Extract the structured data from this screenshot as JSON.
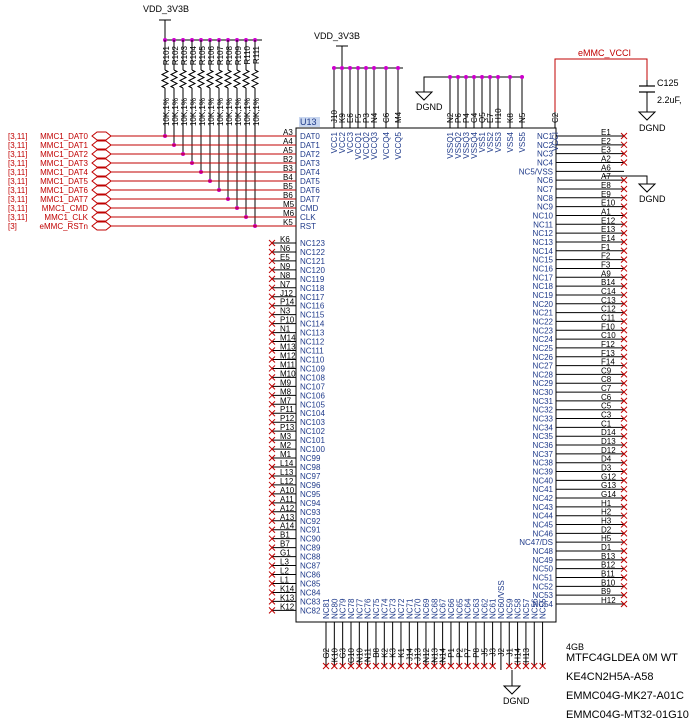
{
  "nets": {
    "vdd_top": "VDD_3V3B",
    "vdd_mid": "VDD_3V3B",
    "emmc_vcci": "eMMC_VCCI",
    "dgnd": "DGND"
  },
  "pullups": [
    {
      "ref": "R101",
      "value": "10K,1%"
    },
    {
      "ref": "R102",
      "value": "10K,1%"
    },
    {
      "ref": "R103",
      "value": "10K,1%"
    },
    {
      "ref": "R104",
      "value": "10K,1%"
    },
    {
      "ref": "R105",
      "value": "10K,1%"
    },
    {
      "ref": "R106",
      "value": "10K,1%"
    },
    {
      "ref": "R107",
      "value": "10K,1%"
    },
    {
      "ref": "R108",
      "value": "10K,1%"
    },
    {
      "ref": "R109",
      "value": "10K,1%"
    },
    {
      "ref": "R110",
      "value": "10K,1%"
    },
    {
      "ref": "R111",
      "value": "10K,1%"
    }
  ],
  "capacitor": {
    "ref": "C125",
    "value": "2.2uF,"
  },
  "ic": {
    "ref": "U13",
    "size_label": "4GB",
    "part_numbers": [
      "MTFC4GLDEA 0M WT",
      "KE4CN2H5A-A58",
      "EMMC04G-MK27-A01C",
      "EMMC04G-MT32-01G10"
    ]
  },
  "left_signals": [
    {
      "page": "[3,11]",
      "net": "MMC1_DAT0",
      "pin": "A3",
      "name": "DAT0"
    },
    {
      "page": "[3,11]",
      "net": "MMC1_DAT1",
      "pin": "A4",
      "name": "DAT1"
    },
    {
      "page": "[3,11]",
      "net": "MMC1_DAT2",
      "pin": "A5",
      "name": "DAT2"
    },
    {
      "page": "[3,11]",
      "net": "MMC1_DAT3",
      "pin": "B2",
      "name": "DAT3"
    },
    {
      "page": "[3,11]",
      "net": "MMC1_DAT4",
      "pin": "B3",
      "name": "DAT4"
    },
    {
      "page": "[3,11]",
      "net": "MMC1_DAT5",
      "pin": "B4",
      "name": "DAT5"
    },
    {
      "page": "[3,11]",
      "net": "MMC1_DAT6",
      "pin": "B5",
      "name": "DAT6"
    },
    {
      "page": "[3,11]",
      "net": "MMC1_DAT7",
      "pin": "B6",
      "name": "DAT7"
    },
    {
      "page": "[3,11]",
      "net": "MMC1_CMD",
      "pin": "M5",
      "name": "CMD"
    },
    {
      "page": "[3,11]",
      "net": "MMC1_CLK",
      "pin": "M6",
      "name": "CLK"
    },
    {
      "page": "[3]",
      "net": "eMMC_RSTn",
      "pin": "K5",
      "name": "RST"
    }
  ],
  "left_nc": [
    {
      "pin": "K6",
      "name": "NC123"
    },
    {
      "pin": "N6",
      "name": "NC122"
    },
    {
      "pin": "E5",
      "name": "NC121"
    },
    {
      "pin": "N9",
      "name": "NC120"
    },
    {
      "pin": "N8",
      "name": "NC119"
    },
    {
      "pin": "N7",
      "name": "NC118"
    },
    {
      "pin": "J12",
      "name": "NC117"
    },
    {
      "pin": "P14",
      "name": "NC116"
    },
    {
      "pin": "N3",
      "name": "NC115"
    },
    {
      "pin": "P10",
      "name": "NC114"
    },
    {
      "pin": "N1",
      "name": "NC113"
    },
    {
      "pin": "M14",
      "name": "NC112"
    },
    {
      "pin": "M13",
      "name": "NC111"
    },
    {
      "pin": "M12",
      "name": "NC110"
    },
    {
      "pin": "M11",
      "name": "NC109"
    },
    {
      "pin": "M10",
      "name": "NC108"
    },
    {
      "pin": "M9",
      "name": "NC107"
    },
    {
      "pin": "M8",
      "name": "NC106"
    },
    {
      "pin": "M7",
      "name": "NC105"
    },
    {
      "pin": "P11",
      "name": "NC104"
    },
    {
      "pin": "P12",
      "name": "NC103"
    },
    {
      "pin": "P13",
      "name": "NC102"
    },
    {
      "pin": "M3",
      "name": "NC101"
    },
    {
      "pin": "M2",
      "name": "NC100"
    },
    {
      "pin": "M1",
      "name": "NC99"
    },
    {
      "pin": "L14",
      "name": "NC98"
    },
    {
      "pin": "L13",
      "name": "NC97"
    },
    {
      "pin": "L12",
      "name": "NC96"
    },
    {
      "pin": "A10",
      "name": "NC95"
    },
    {
      "pin": "A11",
      "name": "NC94"
    },
    {
      "pin": "A12",
      "name": "NC93"
    },
    {
      "pin": "A13",
      "name": "NC92"
    },
    {
      "pin": "A14",
      "name": "NC91"
    },
    {
      "pin": "B1",
      "name": "NC90"
    },
    {
      "pin": "B7",
      "name": "NC89"
    },
    {
      "pin": "G1",
      "name": "NC88"
    },
    {
      "pin": "L3",
      "name": "NC87"
    },
    {
      "pin": "L2",
      "name": "NC86"
    },
    {
      "pin": "L1",
      "name": "NC85"
    },
    {
      "pin": "K14",
      "name": "NC84"
    },
    {
      "pin": "K13",
      "name": "NC83"
    },
    {
      "pin": "K12",
      "name": "NC82"
    }
  ],
  "right_pins": [
    {
      "pin": "E1",
      "name": "NC1"
    },
    {
      "pin": "E2",
      "name": "NC2"
    },
    {
      "pin": "E3",
      "name": "NC3"
    },
    {
      "pin": "A2",
      "name": "NC4"
    },
    {
      "pin": "A6",
      "name": "NC5/VSS"
    },
    {
      "pin": "A7",
      "name": "NC6"
    },
    {
      "pin": "E8",
      "name": "NC7"
    },
    {
      "pin": "E9",
      "name": "NC8"
    },
    {
      "pin": "E10",
      "name": "NC9"
    },
    {
      "pin": "A1",
      "name": "NC10"
    },
    {
      "pin": "E12",
      "name": "NC11"
    },
    {
      "pin": "E13",
      "name": "NC12"
    },
    {
      "pin": "E14",
      "name": "NC13"
    },
    {
      "pin": "F1",
      "name": "NC14"
    },
    {
      "pin": "F2",
      "name": "NC15"
    },
    {
      "pin": "F3",
      "name": "NC16"
    },
    {
      "pin": "A9",
      "name": "NC17"
    },
    {
      "pin": "B14",
      "name": "NC18"
    },
    {
      "pin": "C14",
      "name": "NC19"
    },
    {
      "pin": "C13",
      "name": "NC20"
    },
    {
      "pin": "C12",
      "name": "NC21"
    },
    {
      "pin": "C11",
      "name": "NC22"
    },
    {
      "pin": "F10",
      "name": "NC23"
    },
    {
      "pin": "C10",
      "name": "NC24"
    },
    {
      "pin": "F12",
      "name": "NC25"
    },
    {
      "pin": "F13",
      "name": "NC26"
    },
    {
      "pin": "F14",
      "name": "NC27"
    },
    {
      "pin": "C9",
      "name": "NC28"
    },
    {
      "pin": "C8",
      "name": "NC29"
    },
    {
      "pin": "C7",
      "name": "NC30"
    },
    {
      "pin": "C6",
      "name": "NC31"
    },
    {
      "pin": "C5",
      "name": "NC32"
    },
    {
      "pin": "C3",
      "name": "NC33"
    },
    {
      "pin": "C1",
      "name": "NC34"
    },
    {
      "pin": "D14",
      "name": "NC35"
    },
    {
      "pin": "D13",
      "name": "NC36"
    },
    {
      "pin": "D12",
      "name": "NC37"
    },
    {
      "pin": "D4",
      "name": "NC38"
    },
    {
      "pin": "D3",
      "name": "NC39"
    },
    {
      "pin": "G12",
      "name": "NC40"
    },
    {
      "pin": "G13",
      "name": "NC41"
    },
    {
      "pin": "G14",
      "name": "NC42"
    },
    {
      "pin": "H1",
      "name": "NC43"
    },
    {
      "pin": "H2",
      "name": "NC44"
    },
    {
      "pin": "H3",
      "name": "NC45"
    },
    {
      "pin": "D2",
      "name": "NC46"
    },
    {
      "pin": "H5",
      "name": "NC47/DS"
    },
    {
      "pin": "D1",
      "name": "NC48"
    },
    {
      "pin": "B13",
      "name": "NC49"
    },
    {
      "pin": "B12",
      "name": "NC50"
    },
    {
      "pin": "B11",
      "name": "NC51"
    },
    {
      "pin": "B10",
      "name": "NC52"
    },
    {
      "pin": "B9",
      "name": "NC53"
    },
    {
      "pin": "H12",
      "name": "NC54"
    }
  ],
  "top_power": [
    {
      "pin": "J10",
      "name": "VCC1"
    },
    {
      "pin": "K9",
      "name": "VCC2"
    },
    {
      "pin": "E6",
      "name": "VCC3"
    },
    {
      "pin": "F5",
      "name": "VCCQ1"
    },
    {
      "pin": "P3",
      "name": "VCCQ2"
    },
    {
      "pin": "N4",
      "name": "VCCQ3"
    },
    {
      "pin": "C6",
      "name": "VCCQ4"
    },
    {
      "pin": "M4",
      "name": "VCCQ5"
    },
    {
      "pin": "N2",
      "name": "VSSQ1"
    },
    {
      "pin": "P6",
      "name": "VSSQ2"
    },
    {
      "pin": "P4",
      "name": "VSSQ3"
    },
    {
      "pin": "C4",
      "name": "VSSQ4"
    },
    {
      "pin": "Q5",
      "name": "VSS1"
    },
    {
      "pin": "E7",
      "name": "VSS2"
    },
    {
      "pin": "H10",
      "name": "VSS3"
    },
    {
      "pin": "K8",
      "name": "VSS4"
    },
    {
      "pin": "N5",
      "name": "VSS5"
    },
    {
      "pin": "C2",
      "name": "VCCI"
    }
  ],
  "bottom_pins": [
    {
      "pin": "G2",
      "name": "NC81"
    },
    {
      "pin": "K10",
      "name": "NC80"
    },
    {
      "pin": "G3",
      "name": "NC79"
    },
    {
      "pin": "G10",
      "name": "NC78"
    },
    {
      "pin": "N10",
      "name": "NC77"
    },
    {
      "pin": "N11",
      "name": "NC76"
    },
    {
      "pin": "B8",
      "name": "NC75"
    },
    {
      "pin": "K2",
      "name": "NC74"
    },
    {
      "pin": "K3",
      "name": "NC73"
    },
    {
      "pin": "K1",
      "name": "NC72"
    },
    {
      "pin": "J14",
      "name": "NC71"
    },
    {
      "pin": "J13",
      "name": "NC70"
    },
    {
      "pin": "N12",
      "name": "NC69"
    },
    {
      "pin": "N13",
      "name": "NC68"
    },
    {
      "pin": "N14",
      "name": "NC67"
    },
    {
      "pin": "P1",
      "name": "NC66"
    },
    {
      "pin": "P2",
      "name": "NC65"
    },
    {
      "pin": "P7",
      "name": "NC64"
    },
    {
      "pin": "P8",
      "name": "NC63"
    },
    {
      "pin": "J5",
      "name": "NC62"
    },
    {
      "pin": "J3",
      "name": "NC61"
    },
    {
      "pin": "J2",
      "name": "NC60/VSS"
    },
    {
      "pin": "J1",
      "name": "NC59"
    },
    {
      "pin": "H14",
      "name": "NC58"
    },
    {
      "pin": "H13",
      "name": "NC57"
    },
    {
      "pin": "",
      "name": "NC56"
    },
    {
      "pin": "",
      "name": "NC55"
    }
  ]
}
